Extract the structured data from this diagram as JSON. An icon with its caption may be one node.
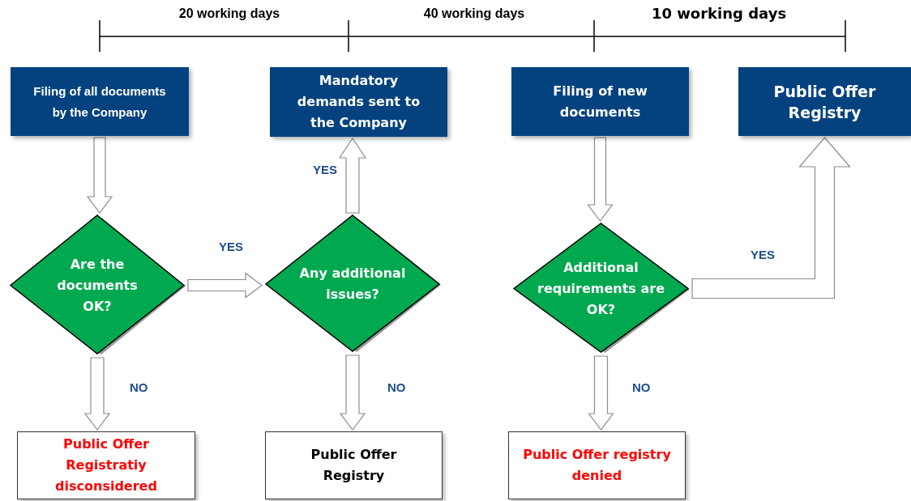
{
  "diagram": {
    "nodes": [
      {
        "text": [
          "Filing of all documents by the Company"
        ]
      },
      {
        "text": [
          "Mandatory demands sent to the Company"
        ]
      },
      {
        "text": [
          "Filing of new documents"
        ]
      },
      {
        "text": [
          "Public Offer Registry"
        ]
      },
      {
        "text": [
          "Are the documents OK?"
        ]
      },
      {
        "text": [
          "Any additional issues?"
        ]
      },
      {
        "text": [
          "Additional requirements are OK?"
        ]
      },
      {
        "text": [
          "Public Offer Registratiy disconsidered"
        ]
      },
      {
        "text": [
          "Public Offer Registry"
        ]
      },
      {
        "text": [
          "Public Offer registry denied"
        ]
      }
    ],
    "edges": [
      {
        "from": 0,
        "to": 4,
        "arrow": "to"
      },
      {
        "from": 4,
        "to": 5,
        "arrow": "to",
        "label": "YES"
      },
      {
        "from": 5,
        "to": 1,
        "arrow": "to",
        "label": "YES"
      },
      {
        "from": 2,
        "to": 6,
        "arrow": "to"
      },
      {
        "from": 6,
        "to": 3,
        "arrow": "to",
        "label": "YES"
      },
      {
        "from": 4,
        "to": 7,
        "arrow": "to",
        "label": "NO"
      },
      {
        "from": 5,
        "to": 8,
        "arrow": "to",
        "label": "NO"
      },
      {
        "from": 6,
        "to": 9,
        "arrow": "to",
        "label": "NO"
      }
    ],
    "labels": [
      "20 working days",
      "40 working days",
      "10 working days"
    ]
  }
}
